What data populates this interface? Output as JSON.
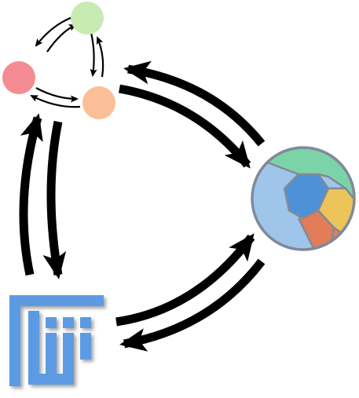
{
  "nodes": {
    "graph": {
      "icon": "graph-icon",
      "node_colors": {
        "top": "#c8ebb4",
        "left": "#f58c93",
        "right": "#fbbf97"
      }
    },
    "segmentation": {
      "icon": "segmentation-map-icon",
      "region_colors": [
        "#9fc5ea",
        "#7dd3a8",
        "#4f91d6",
        "#ecc45a",
        "#e27c59"
      ],
      "outline_color": "#7f8a99"
    },
    "fiji": {
      "icon": "fiji-logo-icon",
      "logo_color": "#5b9be3"
    }
  },
  "edges": [
    {
      "from": "graph",
      "to": "segmentation",
      "icon": "arrow-right-icon"
    },
    {
      "from": "segmentation",
      "to": "graph",
      "icon": "arrow-left-icon"
    },
    {
      "from": "graph",
      "to": "fiji",
      "icon": "arrow-down-icon"
    },
    {
      "from": "fiji",
      "to": "graph",
      "icon": "arrow-up-icon"
    },
    {
      "from": "fiji",
      "to": "segmentation",
      "icon": "arrow-right-icon"
    },
    {
      "from": "segmentation",
      "to": "fiji",
      "icon": "arrow-left-icon"
    }
  ],
  "arrow_color": "#000000"
}
